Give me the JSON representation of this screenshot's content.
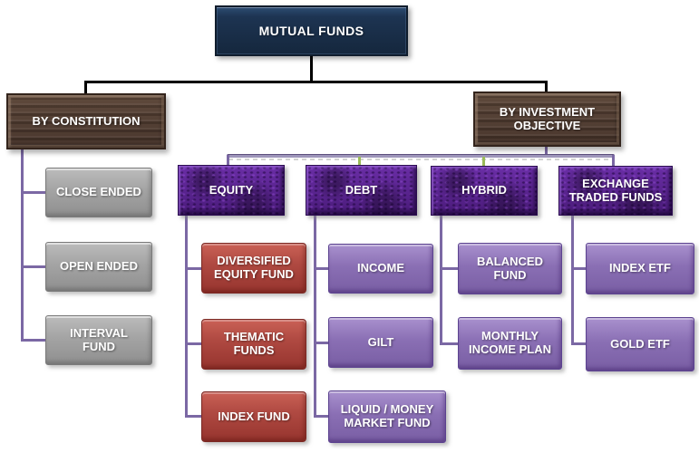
{
  "diagram": {
    "root": {
      "label": "MUTUAL FUNDS"
    },
    "constitution": {
      "label": "BY CONSTITUTION",
      "children": [
        {
          "label": "CLOSE ENDED"
        },
        {
          "label": "OPEN ENDED"
        },
        {
          "label": "INTERVAL FUND"
        }
      ]
    },
    "objective": {
      "label": "BY INVESTMENT OBJECTIVE",
      "categories": [
        {
          "label": "EQUITY",
          "children": [
            {
              "label": "DIVERSIFIED EQUITY FUND"
            },
            {
              "label": "THEMATIC FUNDS"
            },
            {
              "label": "INDEX FUND"
            }
          ]
        },
        {
          "label": "DEBT",
          "children": [
            {
              "label": "INCOME"
            },
            {
              "label": "GILT"
            },
            {
              "label": "LIQUID / MONEY MARKET FUND"
            }
          ]
        },
        {
          "label": "HYBRID",
          "children": [
            {
              "label": "BALANCED FUND"
            },
            {
              "label": "MONTHLY INCOME PLAN"
            }
          ]
        },
        {
          "label": "EXCHANGE TRADED FUNDS",
          "children": [
            {
              "label": "INDEX ETF"
            },
            {
              "label": "GOLD ETF"
            }
          ]
        }
      ]
    },
    "colors": {
      "root_box": "#1d3452",
      "branch_box": "#4c392e",
      "category_box": "#5a2492",
      "child_purple": "#8a6fb4",
      "child_red": "#b04a42",
      "child_gray": "#a4a4a4",
      "connector_black": "#000000",
      "connector_purple": "#7b68a4",
      "connector_green": "#9bbb59",
      "connector_rail": "#9e96ba"
    }
  }
}
